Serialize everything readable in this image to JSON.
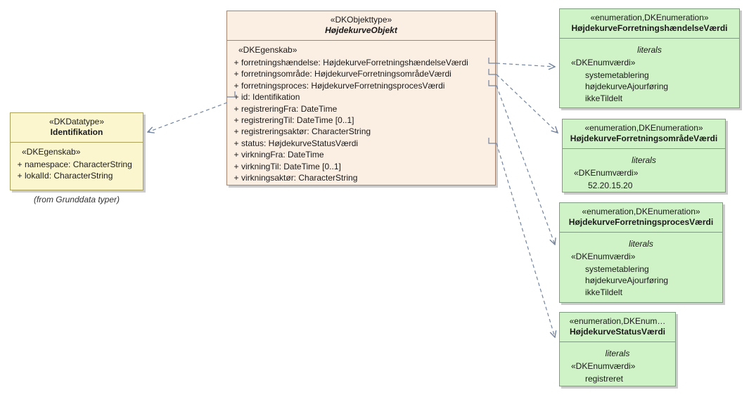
{
  "main_class": {
    "stereotype": "«DKObjekttype»",
    "name": "HøjdekurveObjekt",
    "section_label": "«DKEgenskab»",
    "attributes": [
      {
        "v": "+",
        "t": "forretningshændelse: HøjdekurveForretningshændelseVærdi"
      },
      {
        "v": "+",
        "t": "forretningsområde: HøjdekurveForretningsområdeVærdi"
      },
      {
        "v": "+",
        "t": "forretningsproces: HøjdekurveForretningsprocesVærdi"
      },
      {
        "v": "+",
        "t": "id: Identifikation"
      },
      {
        "v": "+",
        "t": "registreringFra: DateTime"
      },
      {
        "v": "+",
        "t": "registreringTil: DateTime [0..1]"
      },
      {
        "v": "+",
        "t": "registreringsaktør: CharacterString"
      },
      {
        "v": "+",
        "t": "status: HøjdekurveStatusVærdi"
      },
      {
        "v": "+",
        "t": "virkningFra: DateTime"
      },
      {
        "v": "+",
        "t": "virkningTil: DateTime [0..1]"
      },
      {
        "v": "+",
        "t": "virkningsaktør: CharacterString"
      }
    ]
  },
  "identifikation": {
    "stereotype": "«DKDatatype»",
    "name": "Identifikation",
    "section_label": "«DKEgenskab»",
    "attributes": [
      {
        "v": "+",
        "t": "namespace: CharacterString"
      },
      {
        "v": "+",
        "t": "lokalId: CharacterString"
      }
    ],
    "note": "(from Grunddata typer)"
  },
  "enums": [
    {
      "stereotype": "«enumeration,DKEnumeration»",
      "name": "HøjdekurveForretningshændelseVærdi",
      "literals_label": "literals",
      "value_stereotype": "«DKEnumværdi»",
      "values": [
        "systemetablering",
        "højdekurveAjourføring",
        "ikkeTildelt"
      ]
    },
    {
      "stereotype": "«enumeration,DKEnumeration»",
      "name": "HøjdekurveForretningsområdeVærdi",
      "literals_label": "literals",
      "value_stereotype": "«DKEnumværdi»",
      "values": [
        "52.20.15.20"
      ]
    },
    {
      "stereotype": "«enumeration,DKEnumeration»",
      "name": "HøjdekurveForretningsprocesVærdi",
      "literals_label": "literals",
      "value_stereotype": "«DKEnumværdi»",
      "values": [
        "systemetablering",
        "højdekurveAjourføring",
        "ikkeTildelt"
      ]
    },
    {
      "stereotype": "«enumeration,DKEnum…",
      "name": "HøjdekurveStatusVærdi",
      "literals_label": "literals",
      "value_stereotype": "«DKEnumværdi»",
      "values": [
        "registreret"
      ]
    }
  ],
  "colors": {
    "class_fill": "#fbeee3",
    "class_border": "#a5846f",
    "datatype_fill": "#fbf6cd",
    "datatype_border": "#aaa05a",
    "enum_fill": "#cff2c6",
    "enum_border": "#7e9c7e",
    "connector": "#73849e"
  }
}
